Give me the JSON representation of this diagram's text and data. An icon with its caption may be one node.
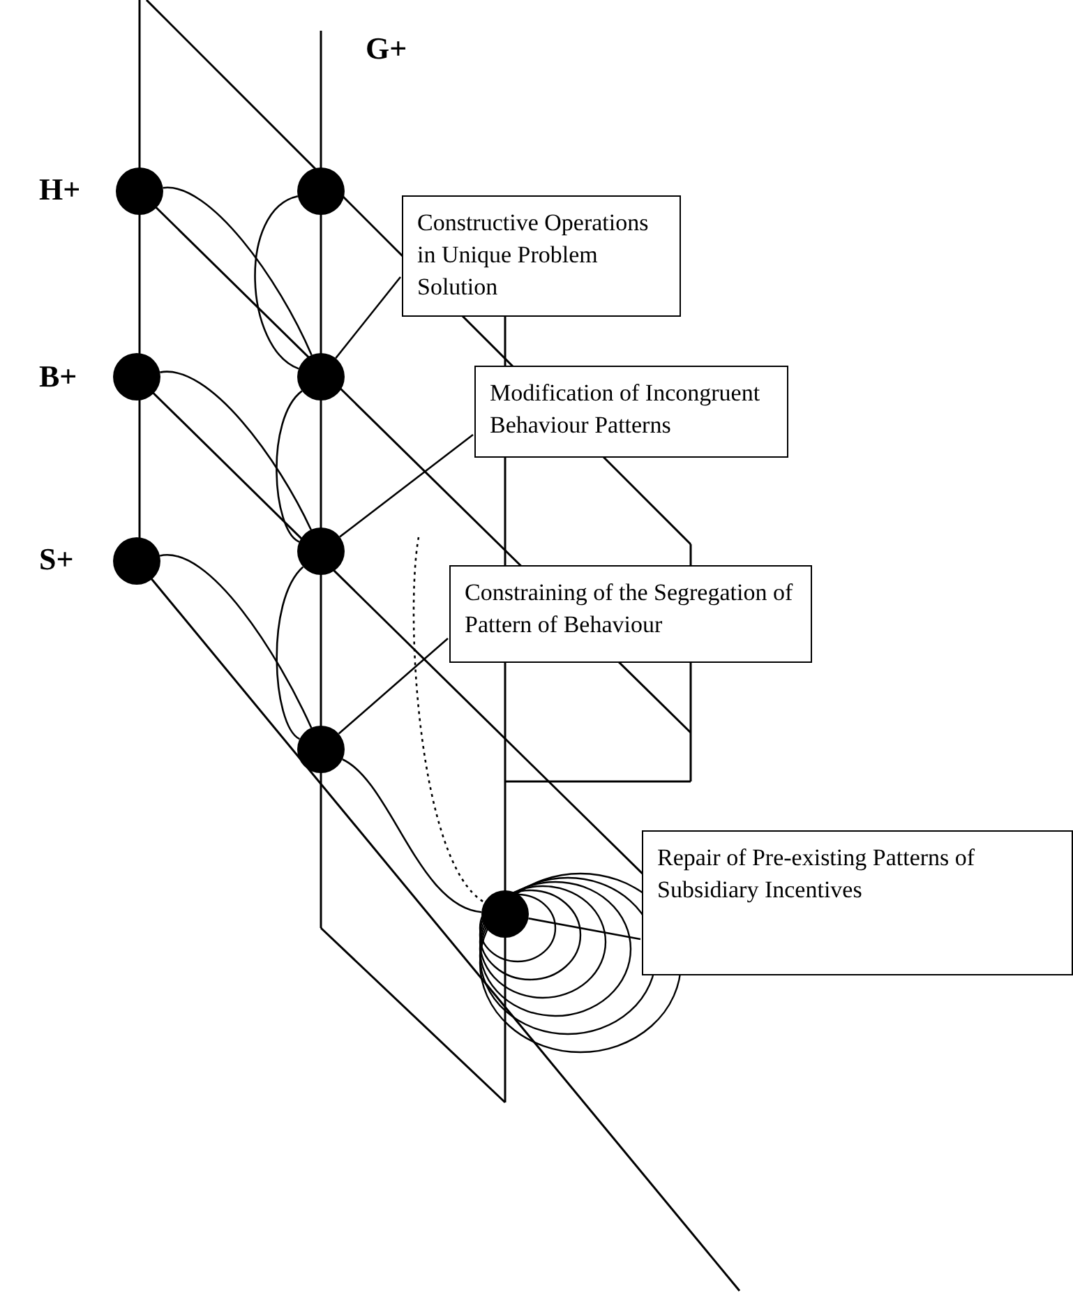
{
  "diagram": {
    "nodes": [
      {
        "text": [],
        "shape": "circle",
        "beside": [
          "H+"
        ]
      },
      {
        "text": [],
        "shape": "circle",
        "beside": [
          "G+"
        ]
      },
      {
        "text": [],
        "shape": "circle",
        "beside": [
          "B+"
        ]
      },
      {
        "text": [],
        "shape": "circle"
      },
      {
        "text": [],
        "shape": "circle",
        "beside": [
          "S+"
        ]
      },
      {
        "text": [],
        "shape": "circle"
      },
      {
        "text": [],
        "shape": "circle"
      },
      {
        "text": [],
        "shape": "circle"
      },
      {
        "text": [
          "Constructive Operations in Unique Problem Solution"
        ]
      },
      {
        "text": [
          "Modification of Incongruent Behaviour Patterns"
        ]
      },
      {
        "text": [
          "Constraining of the Segregation of Pattern of Behaviour"
        ]
      },
      {
        "text": [
          "Repair of Pre-existing Patterns of Subsidiary Incentives"
        ]
      }
    ],
    "edges": [
      {
        "from": 8,
        "to": 3,
        "arrow": "none"
      },
      {
        "from": 9,
        "to": 5,
        "arrow": "none"
      },
      {
        "from": 10,
        "to": 6,
        "arrow": "none"
      },
      {
        "from": 11,
        "to": 7,
        "arrow": "none"
      },
      {
        "from": 0,
        "to": 3,
        "arrow": "none"
      },
      {
        "from": 1,
        "to": 3,
        "arrow": "none"
      },
      {
        "from": 2,
        "to": 5,
        "arrow": "none"
      },
      {
        "from": 3,
        "to": 5,
        "arrow": "none"
      },
      {
        "from": 4,
        "to": 6,
        "arrow": "none"
      },
      {
        "from": 5,
        "to": 6,
        "arrow": "none"
      },
      {
        "from": 6,
        "to": 7,
        "arrow": "none"
      },
      {
        "from": null,
        "to": 7,
        "arrow": "none",
        "style": "dashed"
      }
    ]
  }
}
